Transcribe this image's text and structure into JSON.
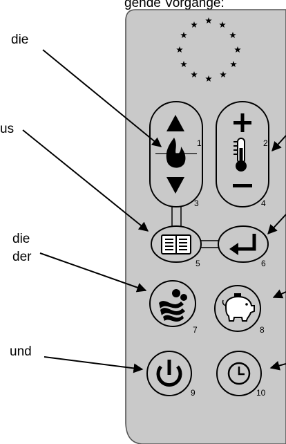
{
  "header_text": "gende Vorgänge:",
  "labels": {
    "label_die_top": "die",
    "label_us": "us",
    "label_die_mid": "die",
    "label_der": "der",
    "label_und": "und"
  },
  "buttons": [
    {
      "name": "flame-up-button",
      "number": "1",
      "icon": "triangle-up-icon"
    },
    {
      "name": "temp-plus-button",
      "number": "2",
      "icon": "plus-icon"
    },
    {
      "name": "flame-down-button",
      "number": "3",
      "icon": "triangle-down-icon"
    },
    {
      "name": "temp-minus-button",
      "number": "4",
      "icon": "minus-icon"
    },
    {
      "name": "manual-button",
      "number": "5",
      "icon": "book-icon"
    },
    {
      "name": "enter-button",
      "number": "6",
      "icon": "return-icon"
    },
    {
      "name": "comfort-button",
      "number": "7",
      "icon": "heat-waves-icon"
    },
    {
      "name": "eco-button",
      "number": "8",
      "icon": "piggy-bank-icon"
    },
    {
      "name": "power-button",
      "number": "9",
      "icon": "power-icon"
    },
    {
      "name": "timer-button",
      "number": "10",
      "icon": "clock-icon"
    }
  ],
  "colors": {
    "panel": "#c9c9c9",
    "panel_border": "#555555",
    "stars": "#000000",
    "button_outline": "#000000"
  }
}
